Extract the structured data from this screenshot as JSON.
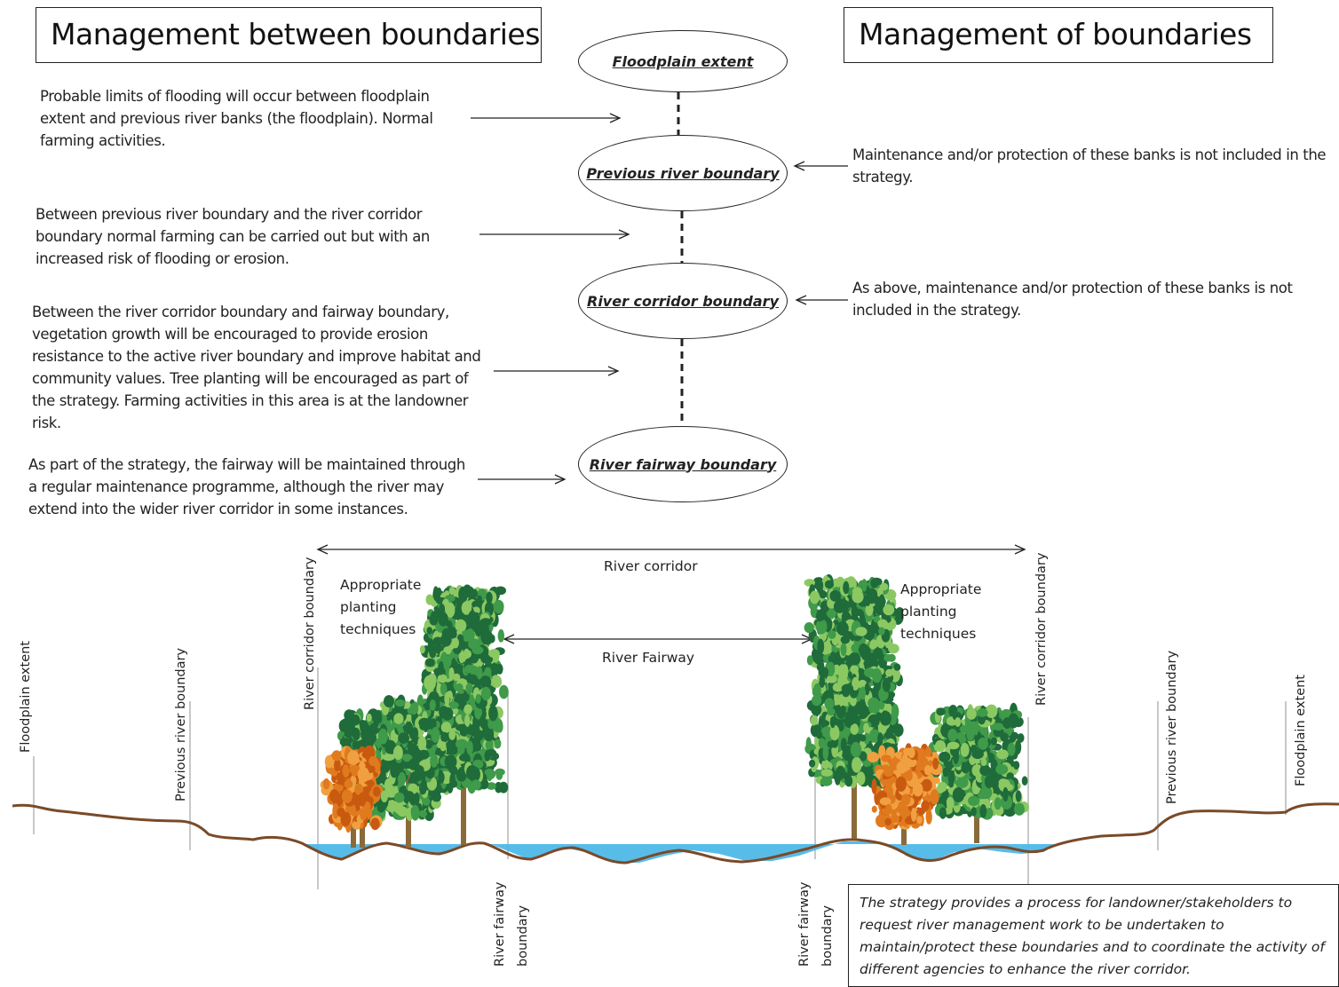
{
  "headers": {
    "left": "Management between boundaries",
    "right": "Management of boundaries"
  },
  "ellipses": [
    "Floodplain extent",
    "Previous river boundary",
    "River corridor boundary",
    "River fairway boundary"
  ],
  "left_notes": [
    "Probable limits of flooding will occur between floodplain extent and previous river banks (the floodplain). Normal farming activities.",
    "Between  previous river  boundary and the river corridor boundary normal farming can be carried out but with an increased risk of flooding or erosion.",
    "Between  the river corridor boundary and fairway boundary, vegetation growth will be encouraged to provide erosion resistance to the active river boundary and improve habitat and community values. Tree planting will be encouraged as part of the  strategy. Farming activities in this area is at the landowner risk.",
    "As part of the strategy, the fairway will be maintained through a regular maintenance programme, although the river may extend  into the wider river corridor in some instances."
  ],
  "right_notes": [
    "Maintenance and/or protection of these banks is not included in the strategy.",
    "As above, maintenance and/or protection of these banks is not included in the strategy."
  ],
  "cross_section": {
    "river_corridor": "River corridor",
    "river_fairway": "River Fairway",
    "planting_left": "Appropriate planting techniques",
    "planting_right": "Appropriate planting techniques",
    "v_labels": {
      "floodplain_left": "Floodplain extent",
      "previous_left": "Previous river boundary",
      "corridor_left": "River corridor boundary",
      "corridor_right": "River corridor  boundary",
      "previous_right": "Previous river boundary",
      "floodplain_right": "Floodplain extent",
      "fairway_left_1": "River fairway",
      "fairway_left_2": "boundary",
      "fairway_right_1": "River fairway",
      "fairway_right_2": "boundary"
    }
  },
  "strategy_note": "The strategy provides a process for landowner/stakeholders to request river management work to be undertaken to maintain/protect these boundaries and to coordinate the activity of different agencies to enhance the river corridor.",
  "colors": {
    "ground": "#7a4a28",
    "water": "#4fb8e8",
    "trunk": "#8a6a3a",
    "leaf_dark": "#1f6b3a",
    "leaf_mid": "#3f9a4a",
    "leaf_light": "#8cc862",
    "leaf_orange": "#e07a1e"
  }
}
